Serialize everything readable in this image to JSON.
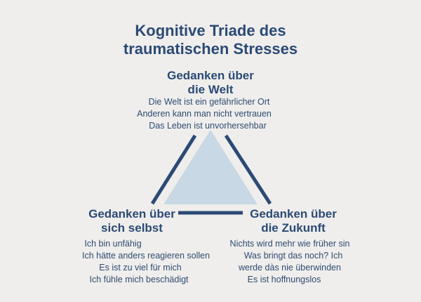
{
  "title": {
    "line1": "Kognitive Triade des",
    "line2": "traumatischen Stresses"
  },
  "colors": {
    "text": "#2b4a75",
    "triangle": "#c8d8e4",
    "lines": "#2b4a75",
    "background": "#efeeec"
  },
  "nodes": {
    "world": {
      "heading1": "Gedanken über",
      "heading2": "die Welt",
      "items": [
        "Die Welt ist ein gefährlicher Ort",
        "Anderen kann man nicht vertrauen",
        "Das Leben ist unvorhersehbar"
      ]
    },
    "self": {
      "heading1": "Gedanken über",
      "heading2": "sich selbst",
      "items": [
        "Ich bin unfähig",
        "Ich hätte anders reagieren sollen",
        "Es ist zu viel für mich",
        "Ich fühle mich beschädigt"
      ]
    },
    "future": {
      "heading1": "Gedanken über",
      "heading2": "die Zukunft",
      "items": [
        "Nichts wird mehr wie früher sin",
        "Was bringt das noch? Ich",
        "werde dàs nie überwinden",
        "Es ist hoffnungslos"
      ]
    }
  }
}
